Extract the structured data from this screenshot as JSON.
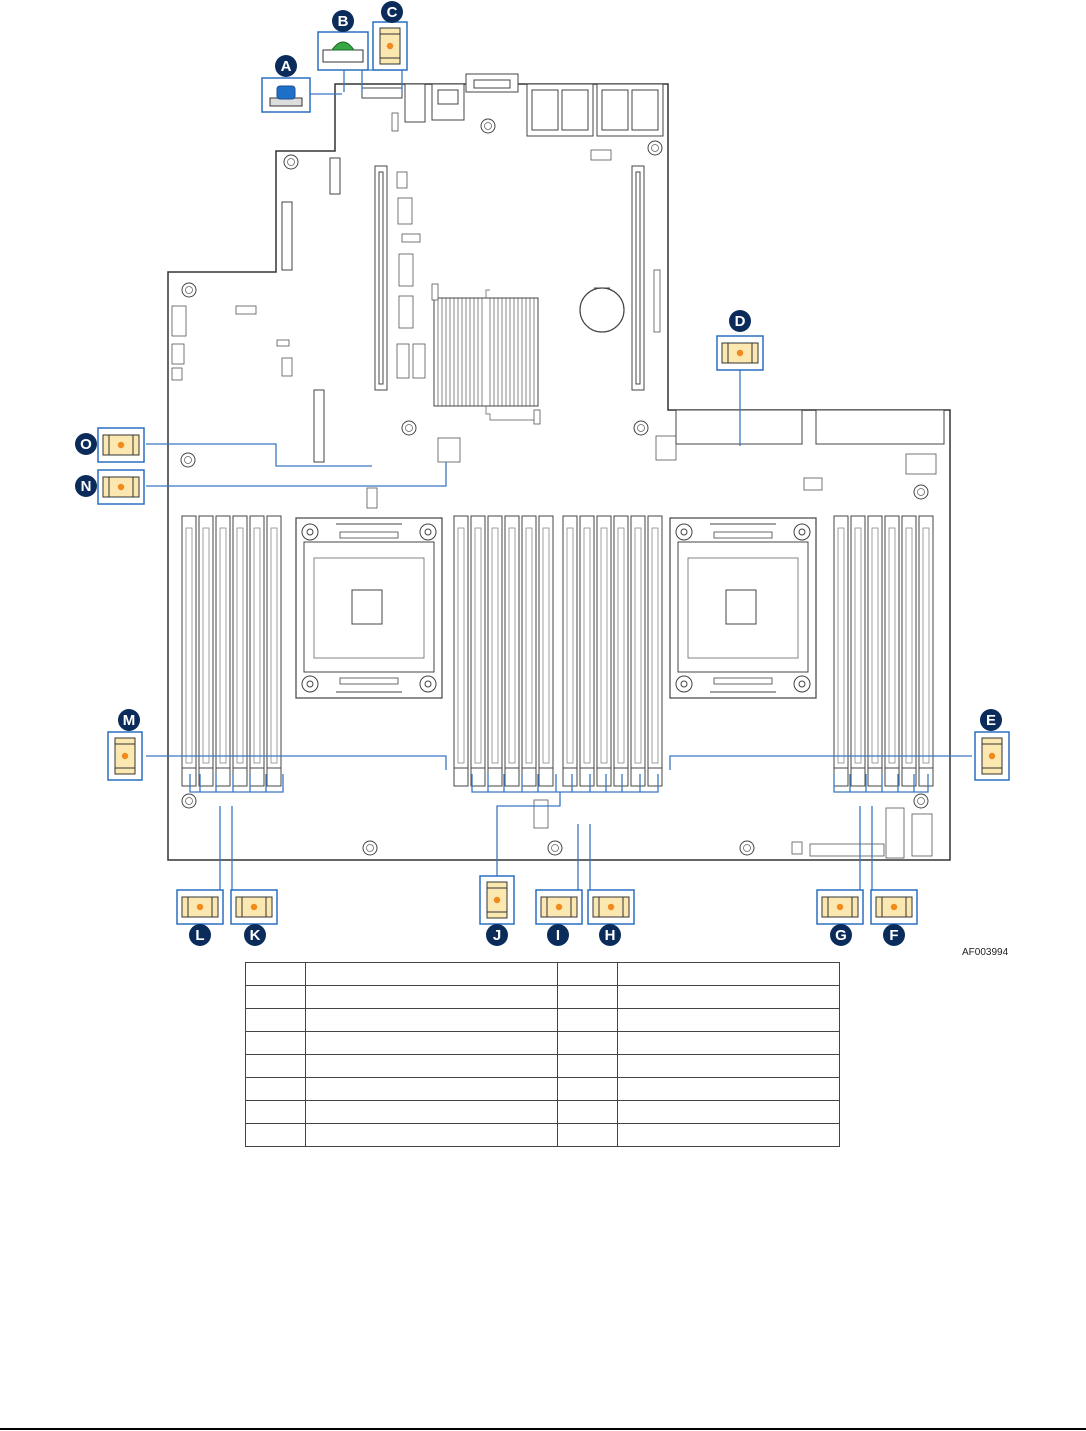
{
  "figure": {
    "id_label": "AF003994",
    "colors": {
      "callout": "#0b2c5a",
      "leader": "#3a78c2",
      "led_fill": "#fbe7b0",
      "led_dot": "#f08a1c",
      "green_led": "#37a944",
      "blue_led": "#1e6fc8",
      "outline": "#333333"
    },
    "callouts": [
      {
        "letter": "A",
        "led": "blue-button"
      },
      {
        "letter": "B",
        "led": "green"
      },
      {
        "letter": "C",
        "led": "amber"
      },
      {
        "letter": "D",
        "led": "amber"
      },
      {
        "letter": "E",
        "led": "amber"
      },
      {
        "letter": "F",
        "led": "amber"
      },
      {
        "letter": "G",
        "led": "amber"
      },
      {
        "letter": "H",
        "led": "amber"
      },
      {
        "letter": "I",
        "led": "amber"
      },
      {
        "letter": "J",
        "led": "amber"
      },
      {
        "letter": "K",
        "led": "amber"
      },
      {
        "letter": "L",
        "led": "amber"
      },
      {
        "letter": "M",
        "led": "amber"
      },
      {
        "letter": "N",
        "led": "amber"
      },
      {
        "letter": "O",
        "led": "amber"
      }
    ]
  },
  "legend_table": {
    "rows": [
      [
        "",
        "",
        "",
        ""
      ],
      [
        "",
        "",
        "",
        ""
      ],
      [
        "",
        "",
        "",
        ""
      ],
      [
        "",
        "",
        "",
        ""
      ],
      [
        "",
        "",
        "",
        ""
      ],
      [
        "",
        "",
        "",
        ""
      ],
      [
        "",
        "",
        "",
        ""
      ],
      [
        "",
        "",
        "",
        ""
      ]
    ]
  }
}
